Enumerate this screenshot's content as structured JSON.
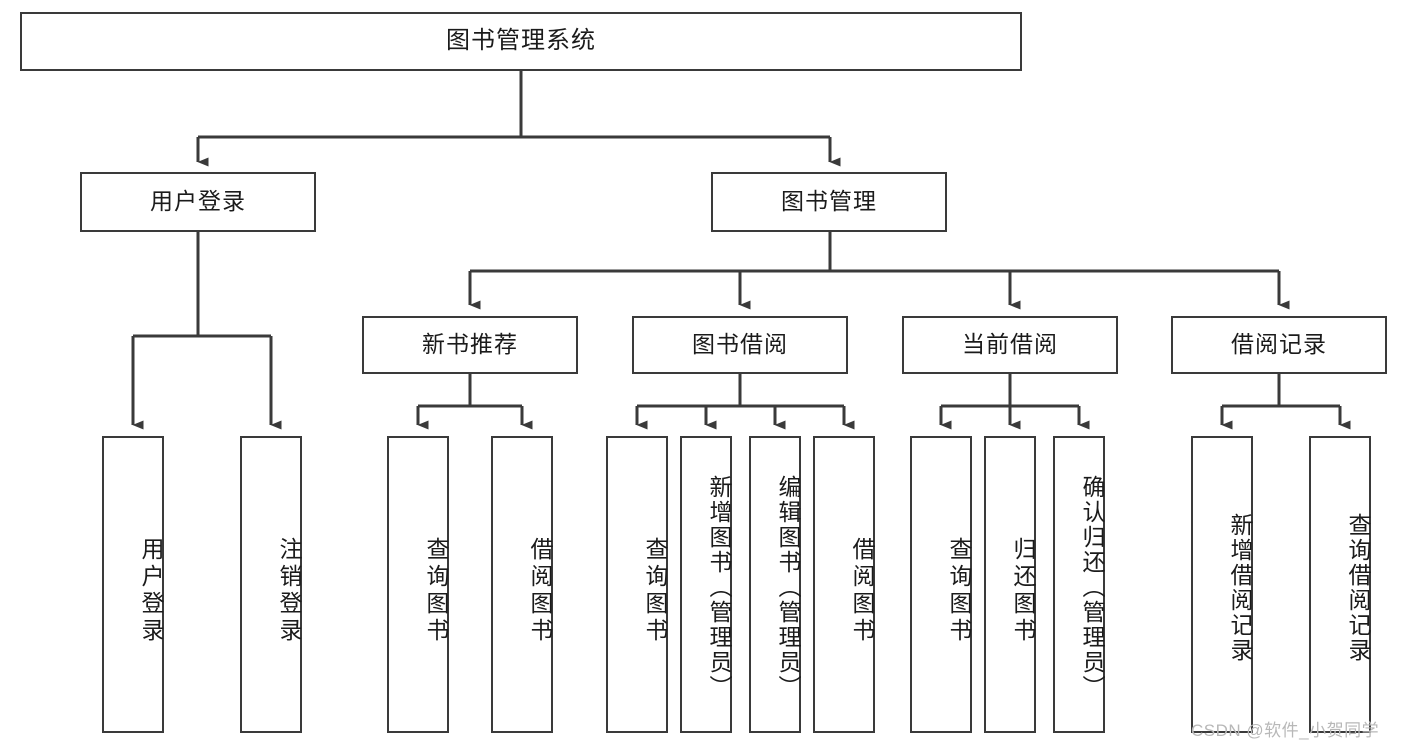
{
  "diagram": {
    "title": "图书管理系统",
    "watermark": "CSDN @软件_小贺同学",
    "stroke_color": "#3a3a3a",
    "text_color": "#1b1b1b",
    "background": "#ffffff",
    "levels": {
      "level1": [
        {
          "id": "root",
          "label": "图书管理系统"
        }
      ],
      "level2": [
        {
          "id": "user-login",
          "label": "用户登录"
        },
        {
          "id": "book-manage",
          "label": "图书管理"
        }
      ],
      "level3": [
        {
          "id": "new-book-rec",
          "label": "新书推荐"
        },
        {
          "id": "book-borrow",
          "label": "图书借阅"
        },
        {
          "id": "current-borrow",
          "label": "当前借阅"
        },
        {
          "id": "borrow-record",
          "label": "借阅记录"
        }
      ],
      "level4": [
        {
          "id": "leaf-user-login",
          "label": "用户登录",
          "parent": "user-login"
        },
        {
          "id": "leaf-user-logout",
          "label": "注销登录",
          "parent": "user-login"
        },
        {
          "id": "leaf-query-book-1",
          "label": "查询图书",
          "parent": "new-book-rec"
        },
        {
          "id": "leaf-borrow-book-1",
          "label": "借阅图书",
          "parent": "new-book-rec"
        },
        {
          "id": "leaf-query-book-2",
          "label": "查询图书",
          "parent": "book-borrow"
        },
        {
          "id": "leaf-add-book",
          "label": "新增图书（管理员）",
          "parent": "book-borrow"
        },
        {
          "id": "leaf-edit-book",
          "label": "编辑图书（管理员）",
          "parent": "book-borrow"
        },
        {
          "id": "leaf-borrow-book-2",
          "label": "借阅图书",
          "parent": "book-borrow"
        },
        {
          "id": "leaf-query-book-3",
          "label": "查询图书",
          "parent": "current-borrow"
        },
        {
          "id": "leaf-return-book",
          "label": "归还图书",
          "parent": "current-borrow"
        },
        {
          "id": "leaf-confirm-return",
          "label": "确认归还（管理员）",
          "parent": "current-borrow"
        },
        {
          "id": "leaf-add-record",
          "label": "新增借阅记录",
          "parent": "borrow-record"
        },
        {
          "id": "leaf-query-record",
          "label": "查询借阅记录",
          "parent": "borrow-record"
        }
      ]
    }
  }
}
